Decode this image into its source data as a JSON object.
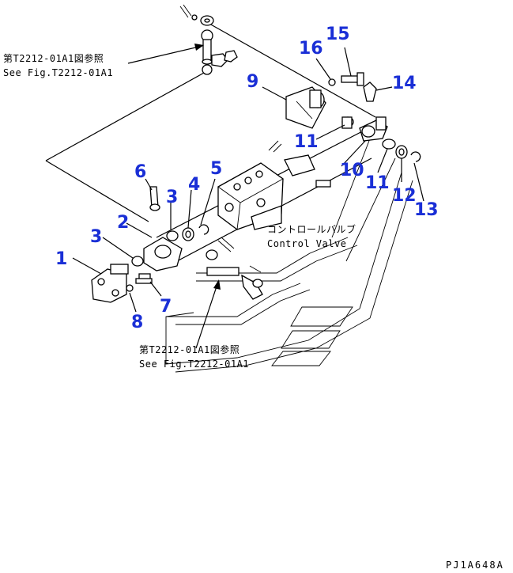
{
  "diagram": {
    "callouts": [
      "1",
      "2",
      "3",
      "3",
      "4",
      "5",
      "6",
      "7",
      "8",
      "9",
      "10",
      "11",
      "11",
      "12",
      "13",
      "14",
      "15",
      "16"
    ],
    "references": {
      "top": {
        "jp": "第T2212-01A1図参照",
        "en": "See Fig.T2212-01A1"
      },
      "bottom": {
        "jp": "第T2212-01A1図参照",
        "en": "See Fig.T2212-01A1"
      }
    },
    "control_valve": {
      "jp": "コントロールバルブ",
      "en": "Control Valve"
    },
    "drawing_code": "PJ1A648A"
  }
}
